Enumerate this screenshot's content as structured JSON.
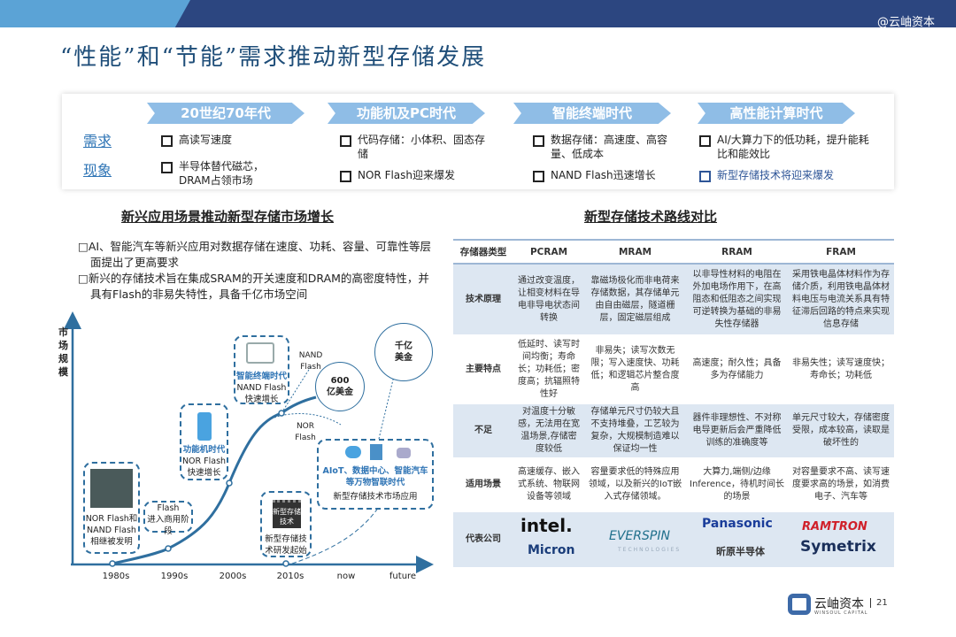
{
  "header": {
    "watermark": "@云岫资本",
    "title": "“性能”和“节能”需求推动新型存储发展"
  },
  "demand": {
    "side_labels": [
      "需求",
      "现象"
    ],
    "eras": [
      {
        "label": "20世纪70年代",
        "points": [
          "高读写速度",
          "半导体替代磁芯，DRAM占领市场"
        ]
      },
      {
        "label": "功能机及PC时代",
        "points": [
          "代码存储：小体积、固态存储",
          "NOR Flash迎来爆发"
        ]
      },
      {
        "label": "智能终端时代",
        "points": [
          "数据存储：高速度、高容量、低成本",
          "NAND Flash迅速增长"
        ]
      },
      {
        "label": "高性能计算时代",
        "points": [
          "AI/大算力下的低功耗，提升能耗比和能效比",
          "新型存储技术将迎来爆发"
        ]
      }
    ]
  },
  "left": {
    "title": "新兴应用场景推动新型存储市场增长",
    "bullets": [
      "AI、智能汽车等新兴应用对数据存储在速度、功耗、容量、可靠性等层面提出了更高要求",
      "新兴的存储技术旨在集成SRAM的开关速度和DRAM的高密度特性，并具有Flash的非易失特性，具备千亿市场空间"
    ],
    "diagram": {
      "y_label": "市场规模",
      "x_ticks": [
        "1980s",
        "1990s",
        "2000s",
        "2010s",
        "now",
        "future"
      ],
      "box_nor_nand": "NOR Flash和NAND Flash相继被发明",
      "box_flash_title": "Flash",
      "box_flash": "进入商用阶段",
      "box_phone_title": "功能机时代",
      "box_phone_1": "NOR Flash",
      "box_phone_2": "快速增长",
      "box_smart_title": "智能终端时代",
      "box_smart_1": "NAND Flash",
      "box_smart_2": "快速增长",
      "nand_label": "NAND Flash",
      "nor_label": "NOR Flash",
      "circle_600": "600亿美金",
      "circle_1000": "千亿美金",
      "box_aiot_title": "AIoT、数据中心、智能汽车等万物智联时代",
      "box_aiot_sub": "新型存储技术市场应用",
      "chip_label": "新型存储技术",
      "box_rd": "新型存储技术研发起始"
    }
  },
  "right": {
    "title": "新型存储技术路线对比",
    "headers": [
      "存储器类型",
      "PCRAM",
      "MRAM",
      "RRAM",
      "FRAM"
    ],
    "rows": [
      [
        "技术原理",
        "通过改变温度，让相变材料在导电非导电状态间转换",
        "靠磁场极化而非电荷来存储数据，其存储单元由自由磁层，隧道栅层，固定磁层组成",
        "以非导性材料的电阻在外加电场作用下，在高阻态和低阻态之间实现可逆转换为基础的非易失性存储器",
        "采用铁电晶体材料作为存储介质，利用铁电晶体材料电压与电流关系具有特征滞后回路的特点来实现信息存储"
      ],
      [
        "主要特点",
        "低延时、读写时间均衡；寿命长；功耗低；密度高；抗辐照特性好",
        "非易失；读写次数无限；写入速度快、功耗低；和逻辑芯片整合度高",
        "高速度；耐久性；具备多为存储能力",
        "非易失性；读写速度快；寿命长；功耗低"
      ],
      [
        "不足",
        "对温度十分敏感，无法用在宽温场景,存储密度较低",
        "存储单元尺寸仍较大且不支持堆叠，工艺较为复杂，大规模制造难以保证均一性",
        "器件非理想性、不对称电导更新后会严重降低训练的准确度等",
        "单元尺寸较大，存储密度受限，成本较高，读取是破坏性的"
      ],
      [
        "适用场景",
        "高速缓存、嵌入式系统、物联网设备等领域",
        "容量要求低的特殊应用领域，以及新兴的IoT嵌入式存储领域。",
        "大算力,端侧/边缘Inference，待机时间长的场景",
        "对容量要求不高、读写速度要求高的场景，如消费电子、汽车等"
      ]
    ],
    "company_label": "代表公司",
    "companies": {
      "pcram": [
        "intel.",
        "Micron"
      ],
      "mram": [
        "EVERSPIN",
        "TECHNOLOGIES"
      ],
      "rram": [
        "Panasonic",
        "昕原半导体"
      ],
      "fram": [
        "RAMTRON",
        "Symetrix"
      ]
    }
  },
  "footer": {
    "brand": "云岫资本",
    "brand_en": "WINSOUL CAPITAL",
    "page": "21"
  },
  "colors": {
    "navy": "#2c4680",
    "accent": "#2e74b5"
  }
}
